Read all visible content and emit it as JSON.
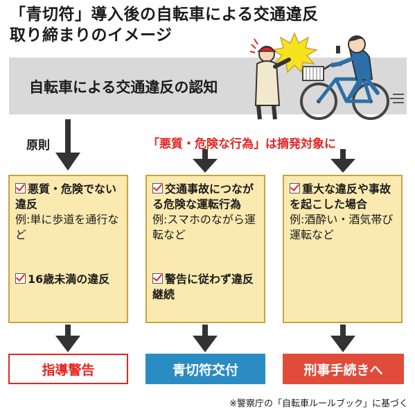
{
  "title": {
    "line1": "「青切符」導入後の自転車による交通違反",
    "line2": "取り締まりのイメージ"
  },
  "band": {
    "text": "自転車による交通違反の認知"
  },
  "labels": {
    "left": "原則",
    "middle": "「悪質・危険な行為」は摘発対象に"
  },
  "columns": [
    {
      "items": [
        {
          "main": "悪質・危険でない違反",
          "sub": "例:単に歩道を通行など"
        },
        {
          "main": "16歳未満の違反",
          "sub": ""
        }
      ],
      "result": "指導警告"
    },
    {
      "items": [
        {
          "main": "交通事故につながる危険な運転行為",
          "sub": "例:スマホのながら運転など"
        },
        {
          "main": "警告に従わず違反継続",
          "sub": ""
        }
      ],
      "result": "青切符交付"
    },
    {
      "items": [
        {
          "main": "重大な違反や事故を起こした場合",
          "sub": "例:酒酔い・酒気帯び運転など"
        }
      ],
      "result": "刑事手続きへ"
    }
  ],
  "footnote": "※警察庁の「自転車ルールブック」に基づく",
  "colors": {
    "red": "#e52421",
    "blue": "#2b8cc4",
    "box_fill": "#fbeab0",
    "band_gray": "#d9d9d9"
  }
}
